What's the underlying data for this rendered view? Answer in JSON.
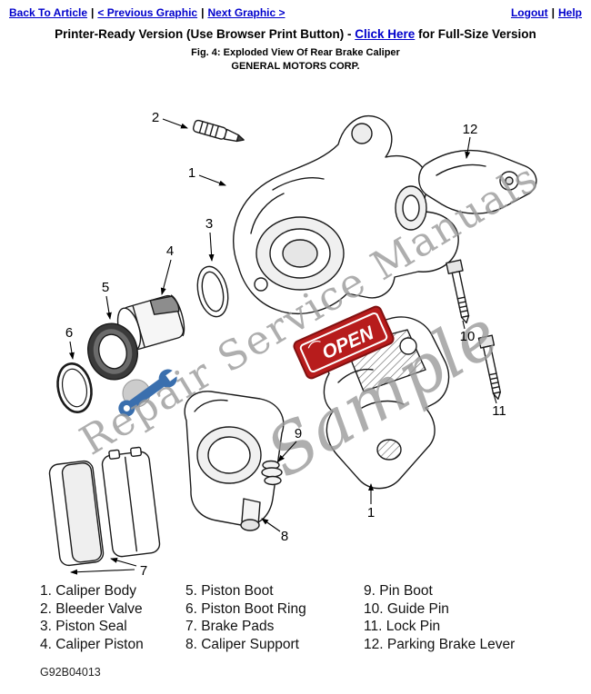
{
  "nav": {
    "back_to_article": "Back To Article",
    "previous_graphic": "< Previous Graphic",
    "next_graphic": "Next Graphic >",
    "logout": "Logout",
    "help": "Help",
    "separator": "|"
  },
  "header": {
    "printer_ready_prefix": "Printer-Ready Version (Use Browser Print Button) - ",
    "full_size_link": "Click Here",
    "printer_ready_suffix": " for Full-Size Version",
    "figure_caption": "Fig. 4: Exploded View Of Rear Brake Caliper",
    "company": "GENERAL MOTORS CORP."
  },
  "diagram": {
    "watermark_line1": "Repair Service Manuals",
    "watermark_line2": "Sample",
    "open_sign": "OPEN",
    "callouts": {
      "caliper_body": "1",
      "bleeder_valve": "2",
      "piston_seal": "3",
      "caliper_piston": "4",
      "piston_boot": "5",
      "piston_boot_ring": "6",
      "brake_pads": "7",
      "caliper_support": "8",
      "pin_boot": "9",
      "guide_pin": "10",
      "lock_pin": "11",
      "parking_brake_lever": "12",
      "caliper_body_lower": "1"
    }
  },
  "legend": {
    "rows": [
      [
        "1. Caliper Body",
        "5. Piston Boot",
        "9. Pin Boot"
      ],
      [
        "2. Bleeder Valve",
        "6. Piston Boot Ring",
        "10. Guide Pin"
      ],
      [
        "3. Piston Seal",
        "7. Brake Pads",
        "11. Lock Pin"
      ],
      [
        "4. Caliper Piston",
        "8. Caliper Support",
        "12. Parking Brake Lever"
      ]
    ]
  },
  "footer": {
    "figure_id": "G92B04013"
  },
  "colors": {
    "link_blue": "#0000cc",
    "open_sign_red": "#b71c1c",
    "watermark_gray": "#9b9b9b",
    "wrench_blue": "#3a6fae"
  }
}
